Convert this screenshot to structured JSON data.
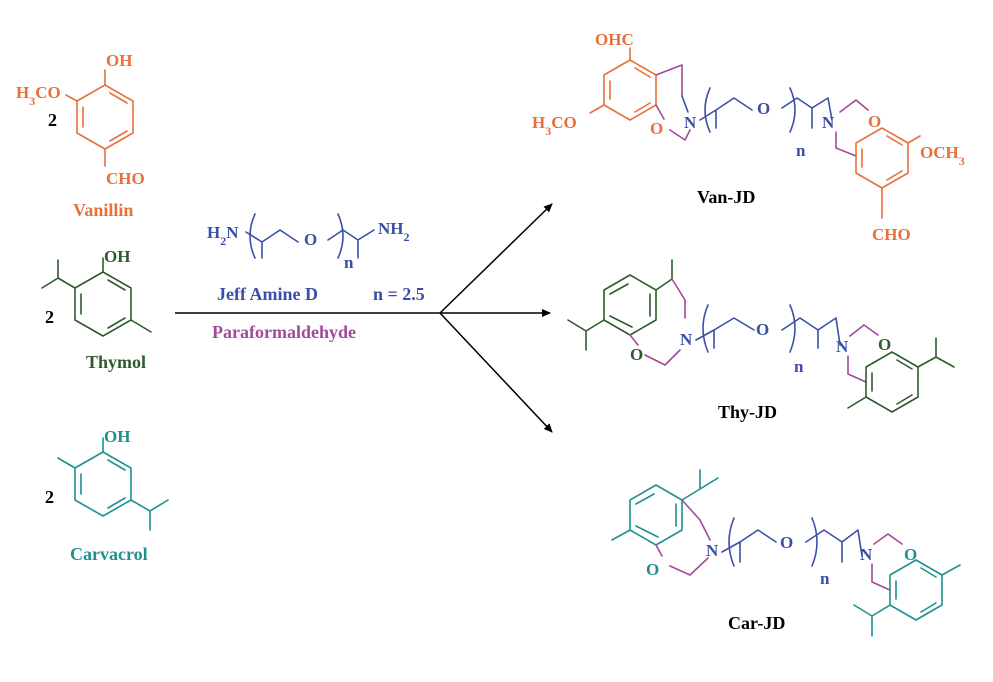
{
  "colors": {
    "vanillin": "#E8703A",
    "thymol": "#2E5B2E",
    "carvacrol": "#1E9090",
    "jeffamine": "#3A4FA8",
    "paraformaldehyde": "#A04A9A",
    "black": "#000000"
  },
  "reactants": {
    "vanillin": {
      "coefficient": "2",
      "name": "Vanillin",
      "oh": "OH",
      "methoxy": "H3CO",
      "aldehyde": "CHO"
    },
    "thymol": {
      "coefficient": "2",
      "name": "Thymol",
      "oh": "OH"
    },
    "carvacrol": {
      "coefficient": "2",
      "name": "Carvacrol",
      "oh": "OH"
    }
  },
  "reagent": {
    "amine_left": "H2N",
    "amine_right": "NH2",
    "oxygen": "O",
    "repeat": "n",
    "name": "Jeff Amine D",
    "n_value": "n = 2.5",
    "second_reagent": "Paraformaldehyde"
  },
  "products": {
    "van": {
      "label": "Van-JD",
      "cho_top": "OHC",
      "och3_left": "H3CO",
      "och3_right": "OCH3",
      "cho_bottom": "CHO"
    },
    "thy": {
      "label": "Thy-JD"
    },
    "car": {
      "label": "Car-JD"
    }
  },
  "atoms": {
    "n": "N",
    "o": "O",
    "repeat": "n"
  }
}
